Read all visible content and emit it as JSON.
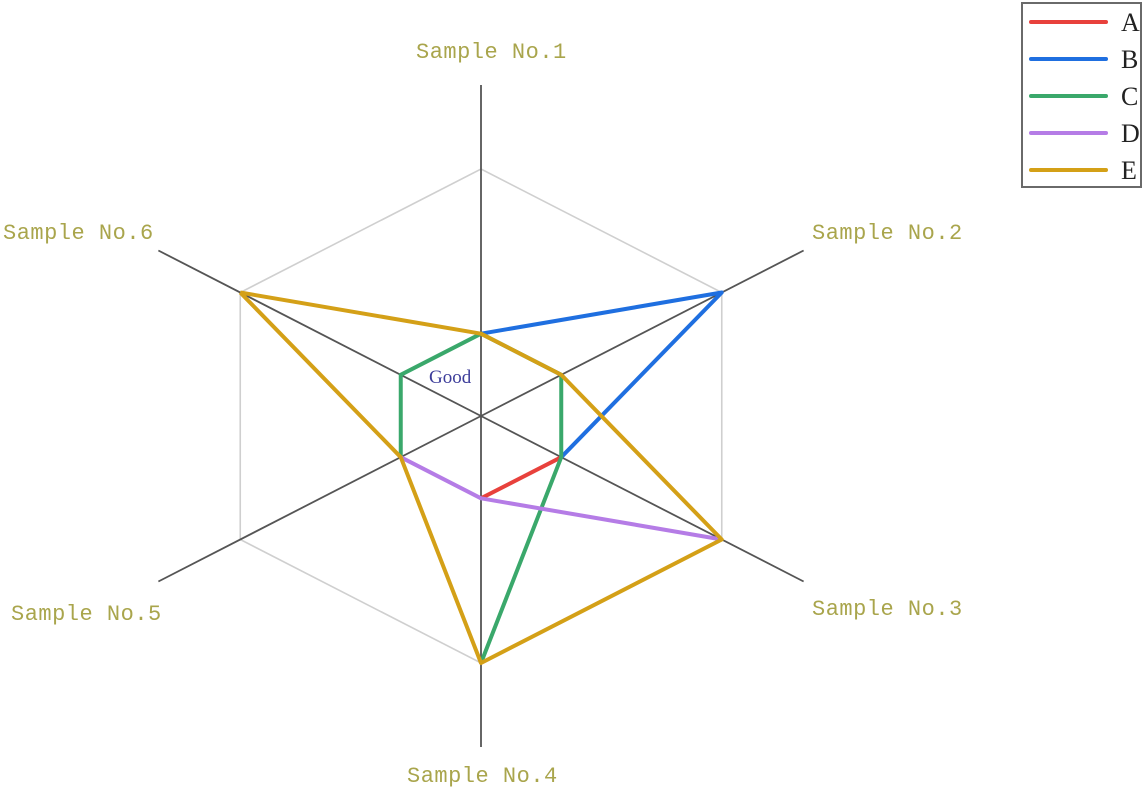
{
  "chart_data": {
    "type": "radar",
    "title": "",
    "axes": [
      "Sample No.1",
      "Sample No.2",
      "Sample No.3",
      "Sample No.4",
      "Sample No.5",
      "Sample No.6"
    ],
    "range": [
      0,
      3
    ],
    "grid": "outer hexagon only",
    "annotation": "Good",
    "annotation_level": 1,
    "legend_position": "top-right",
    "series": [
      {
        "name": "A",
        "color": "#e8413c",
        "points": [
          {
            "axis": "Sample No.3",
            "value": 1
          },
          {
            "axis": "Sample No.4",
            "value": 1
          }
        ]
      },
      {
        "name": "B",
        "color": "#1f6fe0",
        "points": [
          {
            "axis": "Sample No.1",
            "value": 1
          },
          {
            "axis": "Sample No.2",
            "value": 3
          },
          {
            "axis": "Sample No.3",
            "value": 1
          }
        ]
      },
      {
        "name": "C",
        "color": "#3aa86b",
        "points": [
          {
            "axis": "Sample No.5",
            "value": 1
          },
          {
            "axis": "Sample No.6",
            "value": 1
          },
          {
            "axis": "Sample No.1",
            "value": 1
          },
          {
            "axis": "Sample No.2",
            "value": 1
          },
          {
            "axis": "Sample No.3",
            "value": 1
          },
          {
            "axis": "Sample No.4",
            "value": 3
          }
        ]
      },
      {
        "name": "D",
        "color": "#b57ce6",
        "points": [
          {
            "axis": "Sample No.5",
            "value": 1
          },
          {
            "axis": "Sample No.4",
            "value": 1
          },
          {
            "axis": "Sample No.3",
            "value": 3
          }
        ]
      },
      {
        "name": "E",
        "color": "#d4a017",
        "points": [
          {
            "axis": "Sample No.6",
            "value": 3
          },
          {
            "axis": "Sample No.1",
            "value": 1
          },
          {
            "axis": "Sample No.2",
            "value": 1
          },
          {
            "axis": "Sample No.3",
            "value": 3
          },
          {
            "axis": "Sample No.4",
            "value": 3
          },
          {
            "axis": "Sample No.5",
            "value": 1
          },
          {
            "axis": "Sample No.6",
            "value": 3
          }
        ]
      }
    ]
  },
  "labels": {
    "s1": "Sample No.1",
    "s2": "Sample No.2",
    "s3": "Sample No.3",
    "s4": "Sample No.4",
    "s5": "Sample No.5",
    "s6": "Sample No.6",
    "good": "Good"
  },
  "legend": [
    {
      "label": "A",
      "color": "#e8413c"
    },
    {
      "label": "B",
      "color": "#1f6fe0"
    },
    {
      "label": "C",
      "color": "#3aa86b"
    },
    {
      "label": "D",
      "color": "#b57ce6"
    },
    {
      "label": "E",
      "color": "#d4a017"
    }
  ]
}
